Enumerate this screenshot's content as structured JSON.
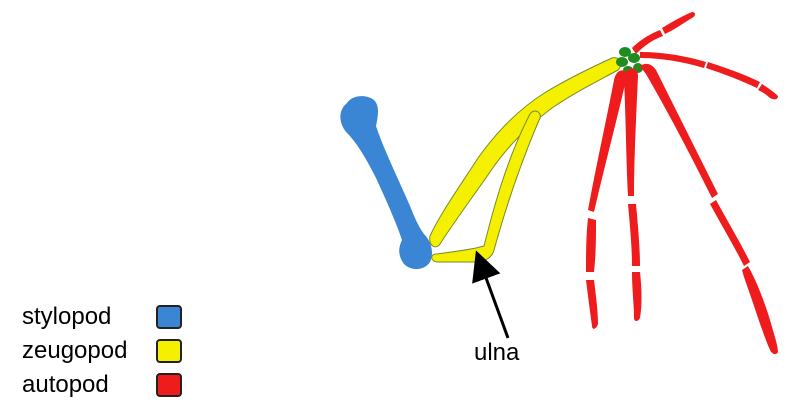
{
  "legend": {
    "items": [
      {
        "label": "stylopod",
        "color": "#3a86d4"
      },
      {
        "label": "zeugopod",
        "color": "#f5f000"
      },
      {
        "label": "autopod",
        "color": "#ee1c1c"
      }
    ]
  },
  "annotation": {
    "label": "ulna"
  },
  "colors": {
    "stylopod": "#3a86d4",
    "zeugopod": "#f5f000",
    "autopod": "#ee1c1c",
    "carpals": "#1e8c1e",
    "outline": "#7a8a2a"
  }
}
